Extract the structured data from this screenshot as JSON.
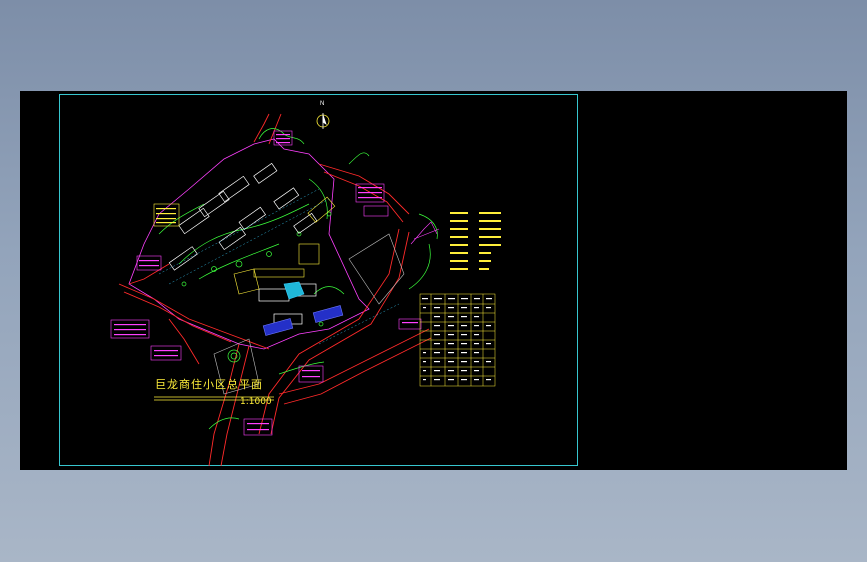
{
  "drawing": {
    "title": "巨龙商住小区总平面",
    "scale": "1:1000",
    "north_label": "N"
  },
  "colors": {
    "background": "#8a9db8",
    "canvas": "#000000",
    "frame": "#37c6cf",
    "roads": "#ff2a2a",
    "buildings": "#ff40ff",
    "landscape": "#3cff3c",
    "annotation": "#ffef3a",
    "water": "#37d0ff",
    "tables": "#ffffff"
  },
  "icons": {
    "north_arrow": "north-arrow-icon"
  }
}
